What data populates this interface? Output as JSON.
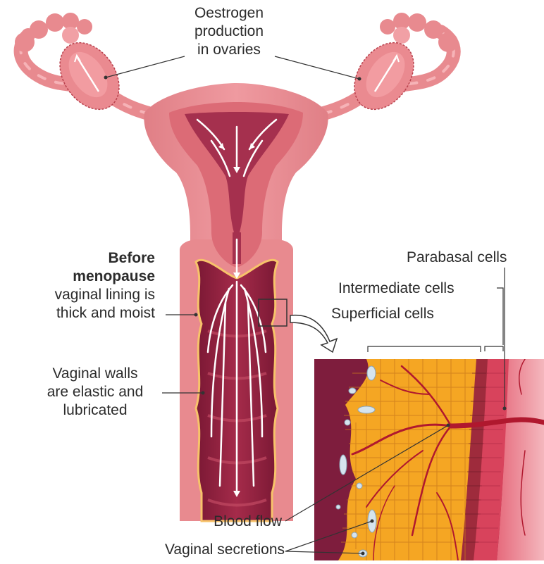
{
  "labels": {
    "oestrogen": [
      "Oestrogen",
      "production",
      "in ovaries"
    ],
    "before_title": [
      "Before",
      "menopause"
    ],
    "lining": [
      "vaginal lining is",
      "thick and moist"
    ],
    "walls": [
      "Vaginal walls",
      "are elastic and",
      "lubricated"
    ],
    "parabasal": "Parabasal cells",
    "intermediate": "Intermediate cells",
    "superficial": "Superficial cells",
    "blood_flow": "Blood flow",
    "secretions": "Vaginal secretions"
  },
  "colors": {
    "uterus_outer": "#e88a8f",
    "uterus_inner": "#d9656e",
    "cavity": "#a02846",
    "vagina": "#8e1f3c",
    "superficial_cells": "#f5a623",
    "intermediate_cells": "#9e2b3c",
    "parabasal_cells": "#d8435c",
    "vessel": "#b0182e",
    "secretion": "#d6e4ee"
  },
  "icons": [
    "arrow-curved-icon",
    "flow-arrow-icon"
  ]
}
